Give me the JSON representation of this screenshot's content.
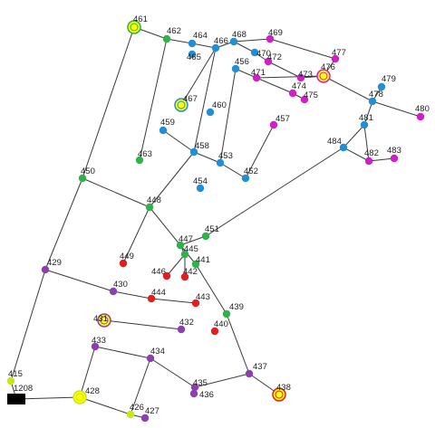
{
  "palette": {
    "green": "#2db34a",
    "blue": "#1f8fd6",
    "magenta": "#d01fc4",
    "red": "#e21f1f",
    "purple": "#8e3fae",
    "lime": "#c6e81a",
    "yellow": "#ffff00",
    "black": "#000000"
  },
  "nodes": [
    {
      "id": "461",
      "label": "461",
      "color": "green",
      "ring": "yellow"
    },
    {
      "id": "462",
      "label": "462",
      "color": "green"
    },
    {
      "id": "464",
      "label": "464",
      "color": "blue"
    },
    {
      "id": "465",
      "label": "465",
      "color": "blue"
    },
    {
      "id": "466",
      "label": "466",
      "color": "blue"
    },
    {
      "id": "468",
      "label": "468",
      "color": "blue"
    },
    {
      "id": "469",
      "label": "469",
      "color": "magenta"
    },
    {
      "id": "470",
      "label": "470",
      "color": "blue"
    },
    {
      "id": "472",
      "label": "472",
      "color": "magenta"
    },
    {
      "id": "471",
      "label": "471",
      "color": "magenta"
    },
    {
      "id": "456",
      "label": "456",
      "color": "blue"
    },
    {
      "id": "473",
      "label": "473",
      "color": "magenta"
    },
    {
      "id": "474",
      "label": "474",
      "color": "magenta"
    },
    {
      "id": "475",
      "label": "475",
      "color": "magenta"
    },
    {
      "id": "476",
      "label": "476",
      "color": "magenta",
      "ring": "yellow"
    },
    {
      "id": "477",
      "label": "477",
      "color": "magenta"
    },
    {
      "id": "479",
      "label": "479",
      "color": "blue"
    },
    {
      "id": "478",
      "label": "478",
      "color": "blue"
    },
    {
      "id": "480",
      "label": "480",
      "color": "magenta"
    },
    {
      "id": "481",
      "label": "481",
      "color": "blue"
    },
    {
      "id": "484",
      "label": "484",
      "color": "blue"
    },
    {
      "id": "482",
      "label": "482",
      "color": "magenta"
    },
    {
      "id": "483",
      "label": "483",
      "color": "magenta"
    },
    {
      "id": "467",
      "label": "467",
      "color": "blue",
      "ring": "yellow"
    },
    {
      "id": "460",
      "label": "460",
      "color": "blue"
    },
    {
      "id": "457",
      "label": "457",
      "color": "magenta"
    },
    {
      "id": "459",
      "label": "459",
      "color": "blue"
    },
    {
      "id": "458",
      "label": "458",
      "color": "blue"
    },
    {
      "id": "463",
      "label": "463",
      "color": "green"
    },
    {
      "id": "453",
      "label": "453",
      "color": "blue"
    },
    {
      "id": "452",
      "label": "452",
      "color": "blue"
    },
    {
      "id": "454",
      "label": "454",
      "color": "blue"
    },
    {
      "id": "450",
      "label": "450",
      "color": "green"
    },
    {
      "id": "448",
      "label": "448",
      "color": "green"
    },
    {
      "id": "451",
      "label": "451",
      "color": "green"
    },
    {
      "id": "449",
      "label": "449",
      "color": "red"
    },
    {
      "id": "447",
      "label": "447",
      "color": "green"
    },
    {
      "id": "445",
      "label": "445",
      "color": "green"
    },
    {
      "id": "441",
      "label": "441",
      "color": "green"
    },
    {
      "id": "446",
      "label": "446",
      "color": "red"
    },
    {
      "id": "442",
      "label": "442",
      "color": "red"
    },
    {
      "id": "429",
      "label": "429",
      "color": "purple"
    },
    {
      "id": "430",
      "label": "430",
      "color": "purple"
    },
    {
      "id": "444",
      "label": "444",
      "color": "red"
    },
    {
      "id": "443",
      "label": "443",
      "color": "red"
    },
    {
      "id": "439",
      "label": "439",
      "color": "green"
    },
    {
      "id": "431",
      "label": "431",
      "color": "purple",
      "ring": "yellow"
    },
    {
      "id": "432",
      "label": "432",
      "color": "purple"
    },
    {
      "id": "440",
      "label": "440",
      "color": "red"
    },
    {
      "id": "433",
      "label": "433",
      "color": "purple"
    },
    {
      "id": "434",
      "label": "434",
      "color": "purple"
    },
    {
      "id": "437",
      "label": "437",
      "color": "purple"
    },
    {
      "id": "438",
      "label": "438",
      "color": "red",
      "ring": "yellow"
    },
    {
      "id": "435",
      "label": "435",
      "color": "purple"
    },
    {
      "id": "436",
      "label": "436",
      "color": "purple"
    },
    {
      "id": "415",
      "label": "415",
      "color": "lime"
    },
    {
      "id": "1208",
      "label": "1208",
      "color": "black",
      "shape": "rect"
    },
    {
      "id": "428",
      "label": "428",
      "color": "lime",
      "ring": "yellow"
    },
    {
      "id": "426",
      "label": "426",
      "color": "lime"
    },
    {
      "id": "427",
      "label": "427",
      "color": "purple"
    }
  ],
  "edges": [
    [
      "461",
      "462"
    ],
    [
      "462",
      "464"
    ],
    [
      "464",
      "466"
    ],
    [
      "466",
      "468"
    ],
    [
      "468",
      "469"
    ],
    [
      "469",
      "477"
    ],
    [
      "477",
      "476"
    ],
    [
      "476",
      "478"
    ],
    [
      "478",
      "480"
    ],
    [
      "478",
      "479"
    ],
    [
      "478",
      "481"
    ],
    [
      "481",
      "484"
    ],
    [
      "484",
      "482"
    ],
    [
      "482",
      "483"
    ],
    [
      "481",
      "482"
    ],
    [
      "468",
      "470"
    ],
    [
      "470",
      "472"
    ],
    [
      "472",
      "473"
    ],
    [
      "473",
      "476"
    ],
    [
      "456",
      "471"
    ],
    [
      "471",
      "474"
    ],
    [
      "474",
      "475"
    ],
    [
      "471",
      "476"
    ],
    [
      "462",
      "463"
    ],
    [
      "461",
      "450"
    ],
    [
      "466",
      "458"
    ],
    [
      "466",
      "467"
    ],
    [
      "458",
      "459"
    ],
    [
      "458",
      "448"
    ],
    [
      "458",
      "453"
    ],
    [
      "453",
      "452"
    ],
    [
      "452",
      "457"
    ],
    [
      "453",
      "456"
    ],
    [
      "450",
      "448"
    ],
    [
      "448",
      "447"
    ],
    [
      "447",
      "451"
    ],
    [
      "451",
      "484"
    ],
    [
      "448",
      "449"
    ],
    [
      "447",
      "445"
    ],
    [
      "445",
      "446"
    ],
    [
      "445",
      "442"
    ],
    [
      "441",
      "439"
    ],
    [
      "447",
      "441"
    ],
    [
      "450",
      "429"
    ],
    [
      "429",
      "430"
    ],
    [
      "430",
      "444"
    ],
    [
      "444",
      "443"
    ],
    [
      "439",
      "437"
    ],
    [
      "437",
      "438"
    ],
    [
      "437",
      "435"
    ],
    [
      "435",
      "434"
    ],
    [
      "434",
      "433"
    ],
    [
      "433",
      "428"
    ],
    [
      "431",
      "432"
    ],
    [
      "434",
      "426"
    ],
    [
      "426",
      "427"
    ],
    [
      "428",
      "426"
    ],
    [
      "429",
      "415"
    ],
    [
      "415",
      "1208"
    ],
    [
      "1208",
      "428"
    ],
    [
      "436",
      "435"
    ]
  ]
}
